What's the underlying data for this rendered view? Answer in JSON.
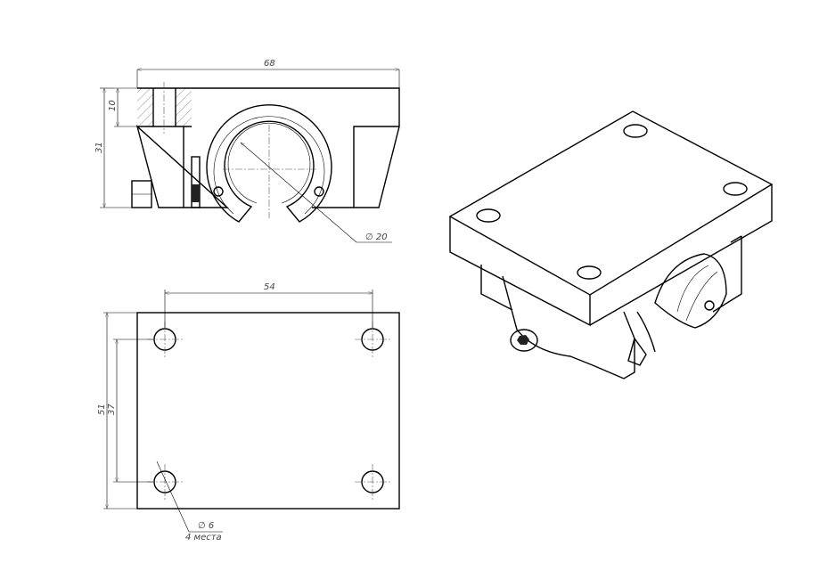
{
  "front_view": {
    "width_dim": "68",
    "plate_thickness_dim": "10",
    "height_dim": "31",
    "bore_dim": "20"
  },
  "top_view": {
    "hole_spacing_x_dim": "54",
    "length_dim": "51",
    "hole_spacing_y_dim": "37",
    "hole_dim": "6",
    "hole_count_note": "4 места"
  },
  "symbols": {
    "diameter": "∅"
  }
}
